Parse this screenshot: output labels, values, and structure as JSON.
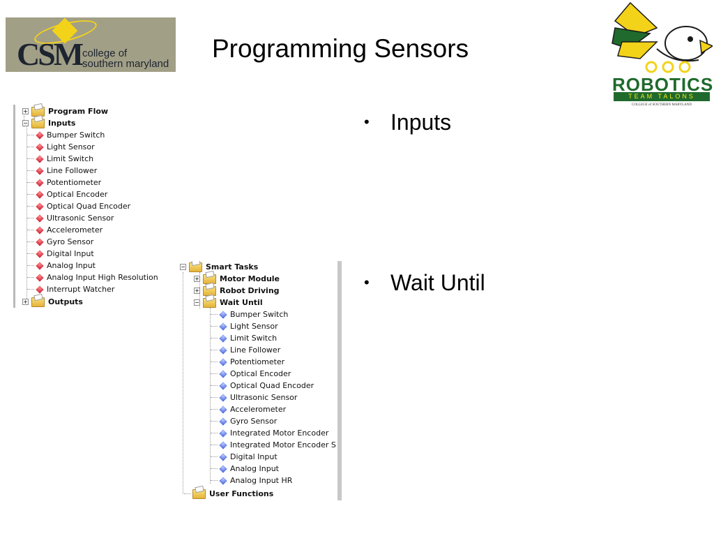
{
  "csm_logo": {
    "letters": "CSM",
    "tagline_1": "college of",
    "tagline_2": "southern maryland"
  },
  "title": "Programming Sensors",
  "robotics_logo": {
    "word": "ROBOTICS",
    "band": "TEAM TALONS",
    "under": "COLLEGE of SOUTHERN MARYLAND"
  },
  "bullets": [
    "Inputs",
    "Wait Until"
  ],
  "left_tree": {
    "program_flow": "Program Flow",
    "inputs": "Inputs",
    "input_items": [
      "Bumper Switch",
      "Light Sensor",
      "Limit Switch",
      "Line Follower",
      "Potentiometer",
      "Optical Encoder",
      "Optical Quad Encoder",
      "Ultrasonic Sensor",
      "Accelerometer",
      "Gyro Sensor",
      "Digital Input",
      "Analog Input",
      "Analog Input High Resolution",
      "Interrupt Watcher"
    ],
    "outputs": "Outputs"
  },
  "right_tree": {
    "smart_tasks": "Smart Tasks",
    "motor_module": "Motor Module",
    "robot_driving": "Robot Driving",
    "wait_until": "Wait Until",
    "wait_items": [
      "Bumper Switch",
      "Light Sensor",
      "Limit Switch",
      "Line Follower",
      "Potentiometer",
      "Optical Encoder",
      "Optical Quad Encoder",
      "Ultrasonic Sensor",
      "Accelerometer",
      "Gyro Sensor",
      "Integrated Motor Encoder",
      "Integrated Motor Encoder S",
      "Digital Input",
      "Analog Input",
      "Analog Input HR"
    ],
    "user_functions": "User Functions"
  },
  "colors": {
    "input_icon": "#c4122a",
    "wait_icon": "#3b5bd8",
    "logo_bg": "#a29f87",
    "talons_green": "#1f6a2c"
  }
}
